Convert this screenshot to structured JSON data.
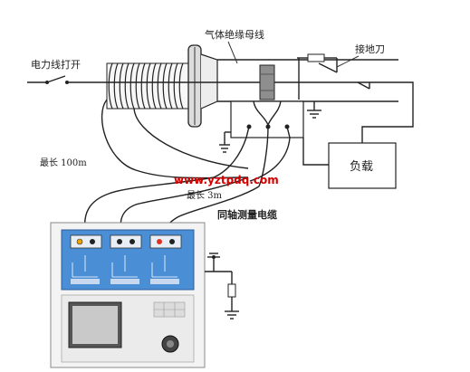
{
  "labels": {
    "power_line_open": "电力线打开",
    "gis_busbar": "气体绝缘母线",
    "ground_switch": "接地刀",
    "max_length_100m": "最长 100m",
    "load": "负载",
    "website": "www.yztpdq.com",
    "max_length_3m": "最长 3m",
    "coax_cable": "同轴测量电缆"
  },
  "colors": {
    "website_text": "#d40000",
    "instrument_panel": "#4a8fd6",
    "instrument_body": "#f3f3f3",
    "insulator": "#8e8e8e"
  },
  "icons": {
    "ground": "ground-icon",
    "knob": "knob-icon",
    "display": "lcd-display-icon"
  }
}
